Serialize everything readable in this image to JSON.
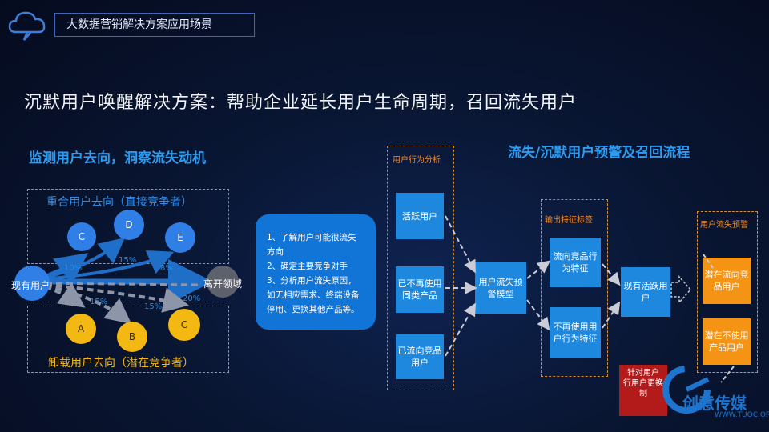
{
  "header": {
    "title": "大数据营销解决方案应用场景"
  },
  "main_title": "沉默用户唤醒解决方案：帮助企业延长用户生命周期，召回流失用户",
  "left": {
    "section_title": "监测用户去向，洞察流失动机",
    "top_box": {
      "caption": "重合用户去向（直接竞争者）",
      "nodes": [
        "C",
        "D",
        "E"
      ]
    },
    "bottom_box": {
      "caption": "卸载用户去向（潜在竞争者）",
      "nodes": [
        "A",
        "B",
        "C"
      ]
    },
    "current_users": "现有用户",
    "leave_domain": "离开领域",
    "pct_labels": [
      "10%",
      "15%",
      "8%",
      "15%",
      "15%",
      "20%"
    ]
  },
  "note": {
    "lines": [
      "1、了解用户可能很流失",
      "方向",
      "2、确定主要竞争对手",
      "3、分析用户流失原因，",
      "如无相应需求、终端设备",
      "停用、更换其他产品等。"
    ]
  },
  "right": {
    "section_title": "流失/沉默用户预警及召回流程",
    "behavior_analysis": {
      "caption": "用户行为分析",
      "items": [
        "活跃用户",
        "已不再使用同类产品",
        "已流向竞品用户"
      ]
    },
    "model": "用户流失预警模型",
    "features": {
      "caption": "输出特征标签",
      "items": [
        "流向竞品行为特征",
        "不再使用用户行为特征"
      ]
    },
    "active_users": "现有活跃用户",
    "warning": {
      "caption": "用户流失预警",
      "items": [
        "潜在流向竞品用户",
        "潜在不使用产品用户"
      ]
    },
    "red_note": [
      "针对用户",
      "行用户更换",
      "制"
    ]
  },
  "watermark": {
    "text": "创意传媒",
    "url": "WWW.TUOC.ORG"
  }
}
